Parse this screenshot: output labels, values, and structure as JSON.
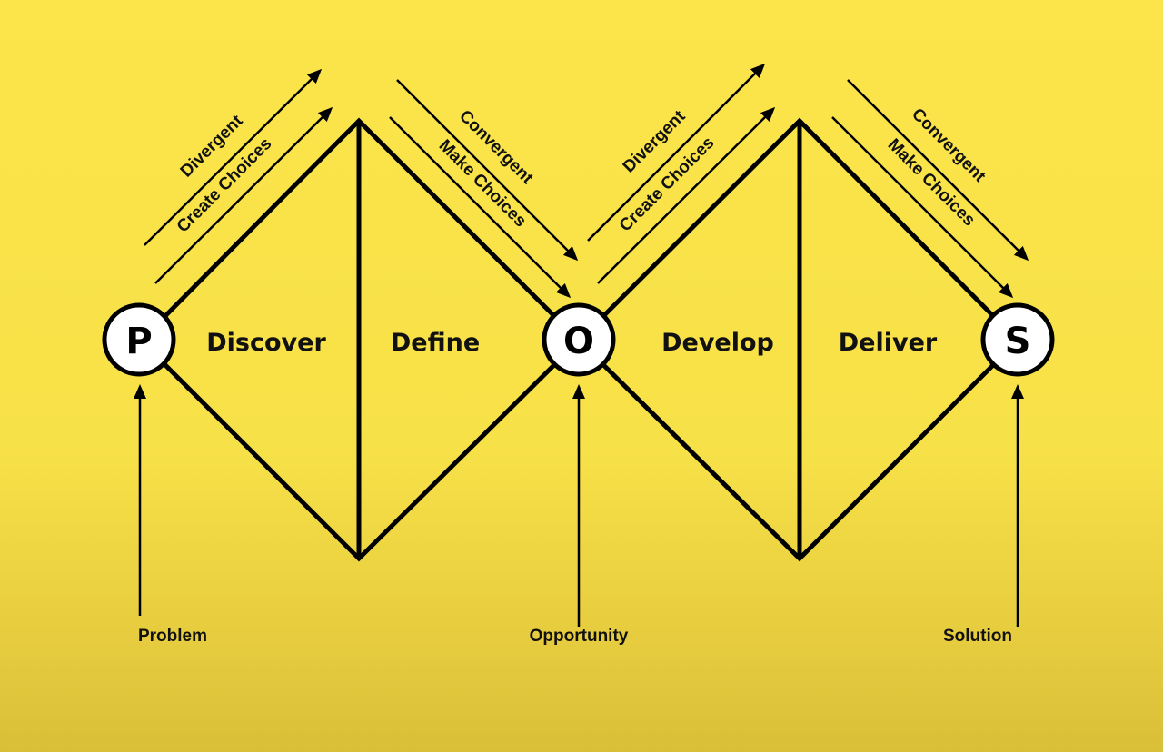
{
  "colors": {
    "background": "#fbe54a",
    "stroke": "#000000",
    "node_fill": "#ffffff"
  },
  "nodes": {
    "problem": "P",
    "opportunity": "O",
    "solution": "S"
  },
  "phases": {
    "discover": "Discover",
    "define": "Define",
    "develop": "Develop",
    "deliver": "Deliver"
  },
  "arrows": {
    "divergent": "Divergent",
    "create_choices": "Create Choices",
    "convergent": "Convergent",
    "make_choices": "Make Choices"
  },
  "bottom_labels": {
    "problem": "Problem",
    "opportunity": "Opportunity",
    "solution": "Solution"
  }
}
